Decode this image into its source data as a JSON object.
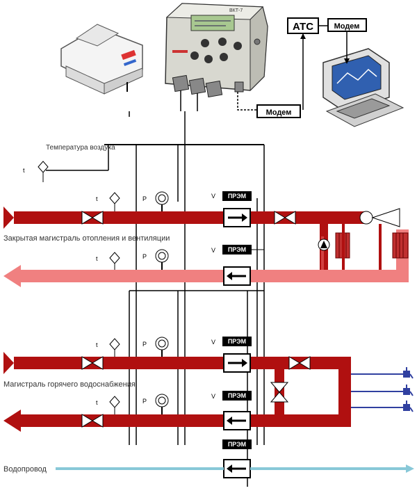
{
  "telecom": {
    "ats_label": "АТС",
    "modem_top_label": "Модем",
    "modem_bottom_label": "Модем"
  },
  "controller": {
    "model_label": "ВКТ-7",
    "display_text": "",
    "brand_text": ""
  },
  "sensors": {
    "outdoor_air_label": "Температура воздуха",
    "t_outdoor": "t",
    "t_heat_supply": "t",
    "p_heat_supply": "P",
    "t_heat_return": "t",
    "p_heat_return": "P",
    "v_heat_supply": "V",
    "v_heat_return": "V",
    "t_water_supply": "t",
    "p_water_supply": "P",
    "t_water_return": "t",
    "p_water_return": "P",
    "v_water_supply": "V",
    "v_water_return": "V"
  },
  "flowmeters": {
    "heat_supply": "ПРЭМ",
    "heat_return": "ПРЭМ",
    "water_supply": "ПРЭМ",
    "water_return": "ПРЭМ",
    "cold_water": "ПРЭМ"
  },
  "lines": {
    "heat_main_label": "Закрытая магистраль отопления и вентиляции",
    "hot_water_label": "Магистраль горячего водоснабжения",
    "cold_water_label": "Водопровод"
  },
  "colors": {
    "supply": "#b01010",
    "return": "#f08080",
    "cold": "#88c8d8",
    "signal": "#000000"
  }
}
